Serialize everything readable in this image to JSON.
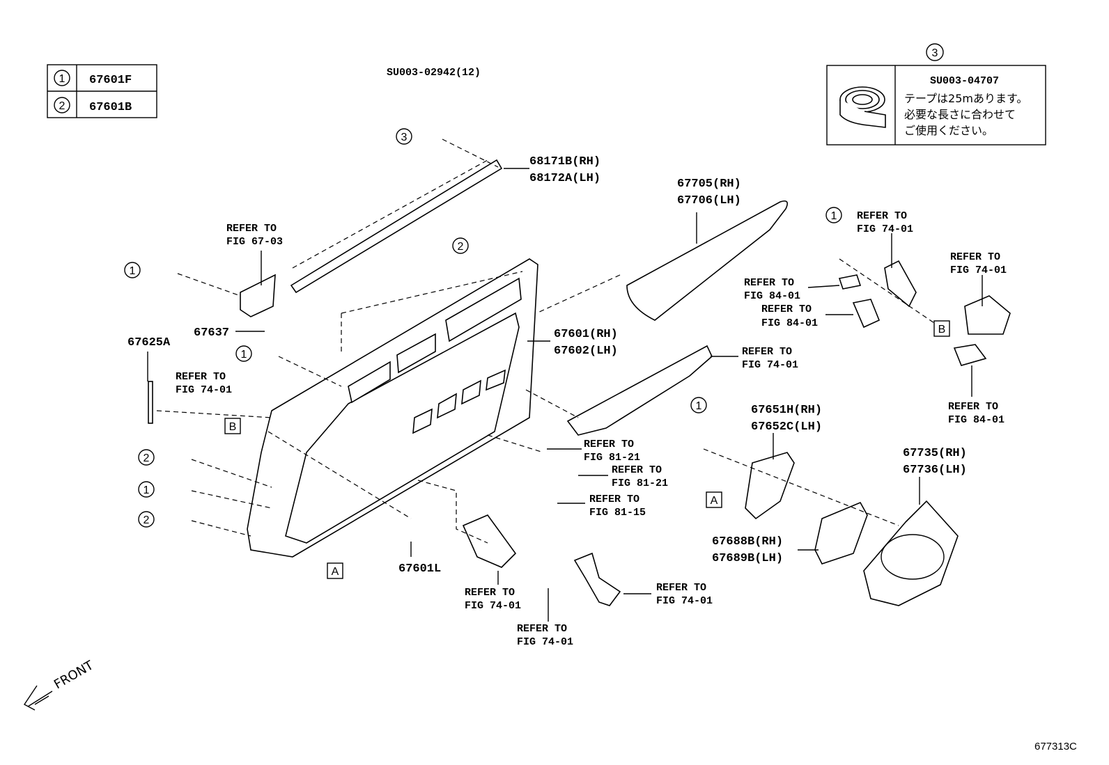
{
  "legend": [
    {
      "mark": "1",
      "part": "67601F"
    },
    {
      "mark": "2",
      "part": "67601B"
    }
  ],
  "tape_box": {
    "mark": "3",
    "part": "SU003-04707",
    "note": [
      "テープは25mあります。",
      "必要な長さに合わせて",
      "ご使用ください。"
    ]
  },
  "callouts": {
    "clip_top": "SU003-02942(12)",
    "molding_rh": "68171B(RH)",
    "molding_lh": "68172A(LH)",
    "ornament_rh": "67705(RH)",
    "ornament_lh": "67706(LH)",
    "panel_rh": "67601(RH)",
    "panel_lh": "67602(LH)",
    "p67637": "67637",
    "p67625A": "67625A",
    "p67601L": "67601L",
    "speaker_ring_rh": "67651H(RH)",
    "speaker_ring_lh": "67652C(LH)",
    "speaker_pad_rh": "67688B(RH)",
    "speaker_pad_lh": "67689B(LH)",
    "speaker_cover_rh": "67735(RH)",
    "speaker_cover_lh": "67736(LH)"
  },
  "refers": [
    [
      "REFER TO",
      "FIG 67-03"
    ],
    [
      "REFER TO",
      "FIG 74-01"
    ],
    [
      "REFER TO",
      "FIG 74-01"
    ],
    [
      "REFER TO",
      "FIG 74-01"
    ],
    [
      "REFER TO",
      "FIG 81-21"
    ],
    [
      "REFER TO",
      "FIG 81-21"
    ],
    [
      "REFER TO",
      "FIG 81-15"
    ],
    [
      "REFER TO",
      "FIG 74-01"
    ],
    [
      "REFER TO",
      "FIG 74-01"
    ],
    [
      "REFER TO",
      "FIG 84-01"
    ],
    [
      "REFER TO",
      "FIG 84-01"
    ],
    [
      "REFER TO",
      "FIG 74-01"
    ],
    [
      "REFER TO",
      "FIG 74-01"
    ],
    [
      "REFER TO",
      "FIG 84-01"
    ]
  ],
  "marks": {
    "one": "1",
    "two": "2",
    "three": "3",
    "A": "A",
    "B": "B"
  },
  "front_label": "FRONT",
  "figure_code": "677313C"
}
